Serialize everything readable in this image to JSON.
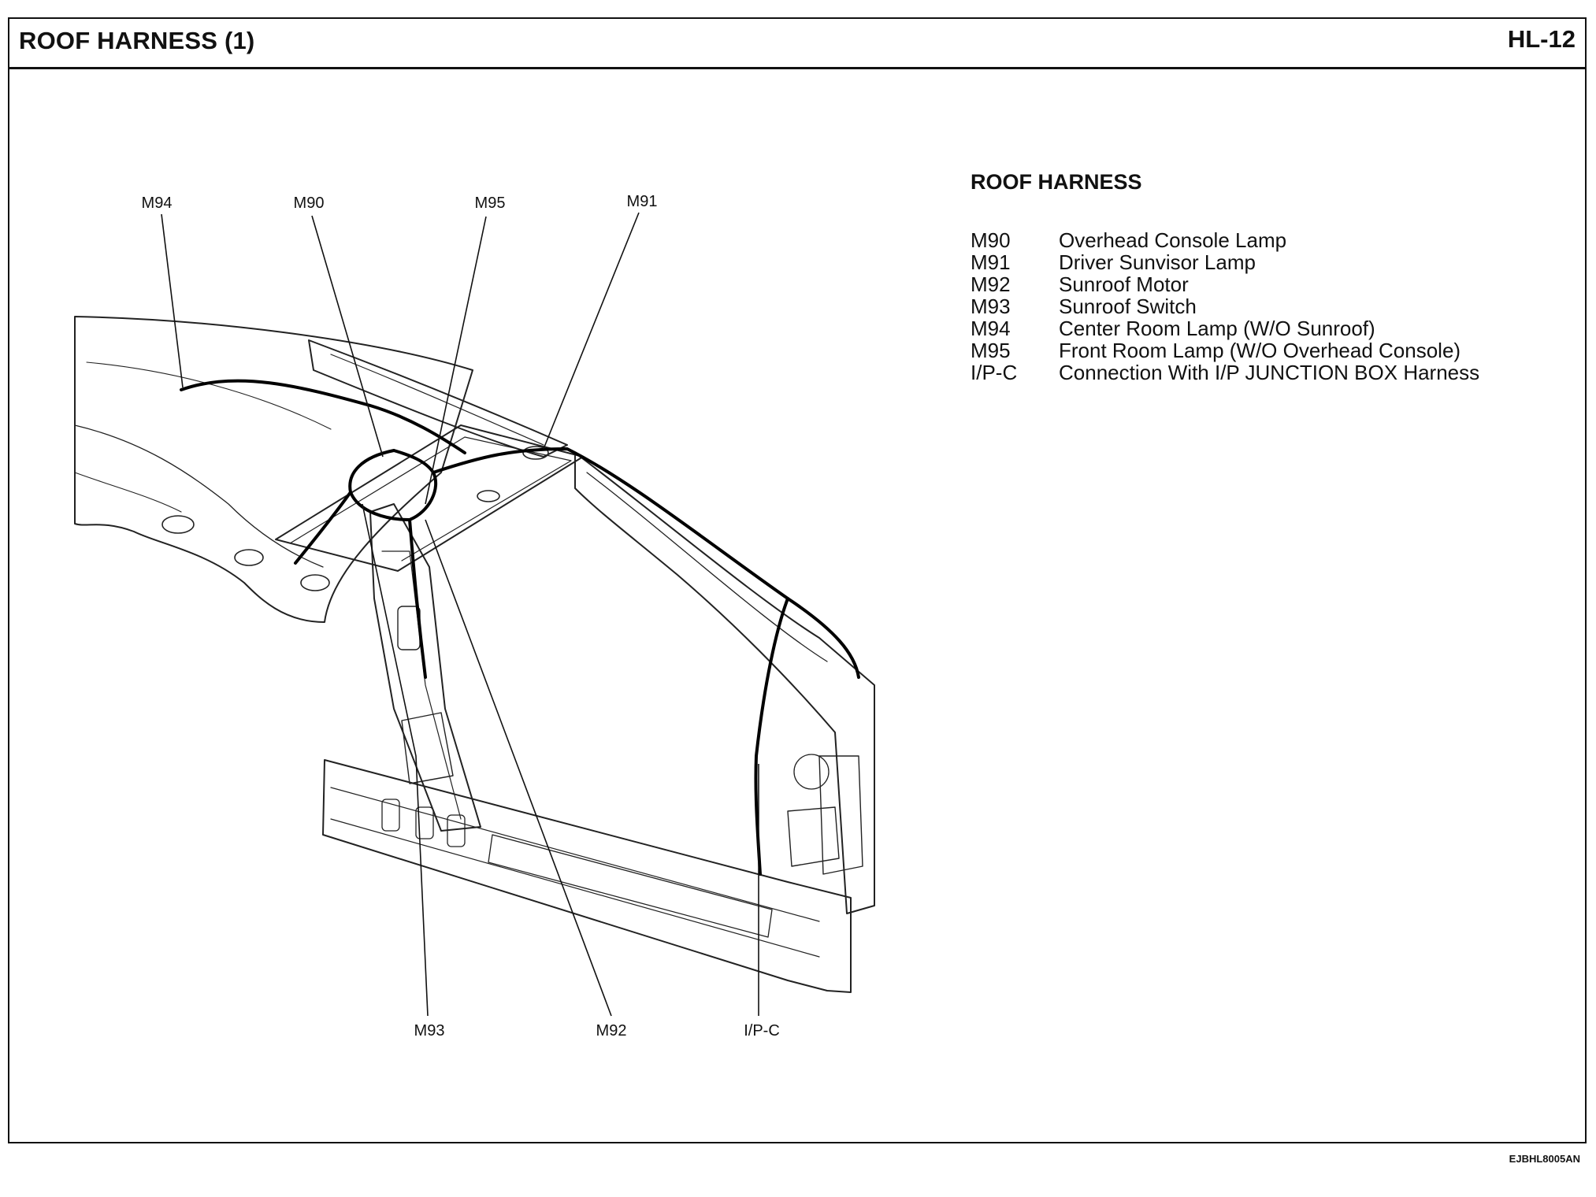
{
  "header": {
    "title": "ROOF HARNESS (1)",
    "page_code": "HL-12"
  },
  "callouts": {
    "m94": "M94",
    "m90": "M90",
    "m95": "M95",
    "m91": "M91",
    "m93": "M93",
    "m92": "M92",
    "ipc": "I/P-C"
  },
  "legend": {
    "title": "ROOF HARNESS",
    "items": [
      {
        "code": "M90",
        "description": "Overhead Console Lamp"
      },
      {
        "code": "M91",
        "description": "Driver Sunvisor Lamp"
      },
      {
        "code": "M92",
        "description": "Sunroof Motor"
      },
      {
        "code": "M93",
        "description": "Sunroof Switch"
      },
      {
        "code": "M94",
        "description": "Center Room Lamp (W/O Sunroof)"
      },
      {
        "code": "M95",
        "description": "Front Room Lamp (W/O Overhead Console)"
      },
      {
        "code": "I/P-C",
        "description": "Connection With I/P JUNCTION BOX Harness"
      }
    ]
  },
  "footer": {
    "reference_id": "EJBHL8005AN"
  }
}
